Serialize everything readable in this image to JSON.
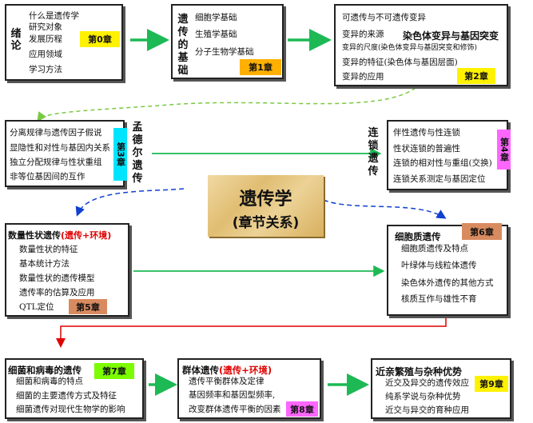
{
  "center": {
    "title": "遗传学",
    "subtitle": "(章节关系)"
  },
  "box0": {
    "label": "绪论",
    "items": [
      "什么是遗传学",
      "研究对象",
      "发展历程",
      "应用领域",
      "学习方法"
    ],
    "chapter": "第0章"
  },
  "box1": {
    "label": "遗传的基础",
    "items": [
      "细胞学基础",
      "生殖学基础",
      "分子生物学基础"
    ],
    "chapter": "第1章"
  },
  "box2": {
    "items": [
      "可遗传与不可遗传变异",
      "变异的来源",
      "变异的尺度(染色体变异与基因突变和修饰)",
      "变异的特征(染色体与基因层面)",
      "变异的应用"
    ],
    "highlight": "染色体变异与基因突变",
    "chapter": "第2章"
  },
  "box3": {
    "items": [
      "分离规律与遗传因子假说",
      "显隐性和对性与基因内关系",
      "独立分配规律与性状重组",
      "非等位基因间的互作"
    ],
    "chapter": "第3章",
    "side": "孟德尔遗传"
  },
  "box4": {
    "items": [
      "伴性遗传与性连锁",
      "性状连锁的普遍性",
      "连锁的相对性与重组(交换)",
      "连锁关系测定与基因定位"
    ],
    "chapter": "第4章",
    "side": "连锁遗传"
  },
  "box5": {
    "title": "数量性状遗传",
    "suffix": "(遗传+环境)",
    "items": [
      "数量性状的特征",
      "基本统计方法",
      "数量性状的遗传模型",
      "遗传率的估算及应用",
      "QTL定位"
    ],
    "chapter": "第5章"
  },
  "box6": {
    "title": "细胞质遗传",
    "items": [
      "细胞质遗传及特点",
      "叶绿体与线粒体遗传",
      "染色体外遗传的其他方式",
      "核质互作与雄性不育"
    ],
    "chapter": "第6章"
  },
  "box7": {
    "title": "细菌和病毒的遗传",
    "items": [
      "细菌和病毒的特点",
      "细菌的主要遗传方式及特征",
      "细菌遗传对现代生物学的影响"
    ],
    "chapter": "第7章"
  },
  "box8": {
    "title": "群体遗传",
    "suffix": "(遗传+环境)",
    "items": [
      "遗传平衡群体及定律",
      "基因频率和基因型频率,",
      "改变群体遗传平衡的因素"
    ],
    "chapter": "第8章"
  },
  "box9": {
    "title": "近亲繁殖与杂种优势",
    "items": [
      "近交及异交的遗传效应",
      "纯系学说与杂种优势",
      "近交与异交的育种应用"
    ],
    "chapter": "第9章"
  },
  "colors": {
    "green": "#1db954",
    "red": "#e00000",
    "blue": "#1040d0",
    "yellow": "#fff200",
    "orange": "#ffb000",
    "magenta": "#ff66ff",
    "cyan": "#00e5ff",
    "tan": "#d98b60"
  }
}
